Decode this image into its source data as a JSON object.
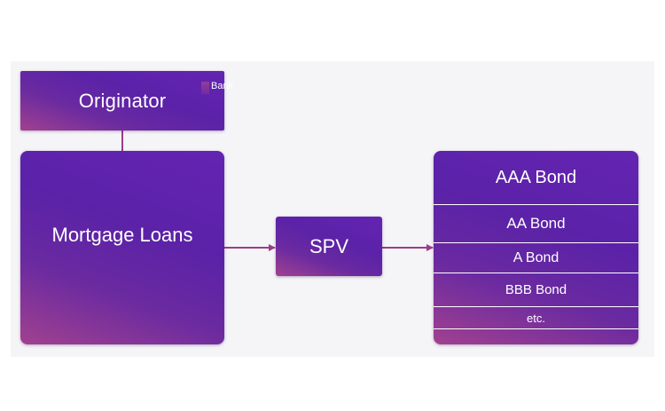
{
  "originator": {
    "label": "Originator",
    "legend_label": "Bank"
  },
  "mortgage": {
    "label": "Mortgage Loans"
  },
  "spv": {
    "label": "SPV"
  },
  "tranches": [
    {
      "label": "AAA Bond"
    },
    {
      "label": "AA Bond"
    },
    {
      "label": "A Bond"
    },
    {
      "label": "BBB Bond"
    },
    {
      "label": "etc."
    },
    {
      "label": ""
    }
  ],
  "colors": {
    "box_primary": "#5b22a8",
    "box_accent": "#a1418f",
    "connector": "#9c3c8c",
    "background": "#f5f5f7"
  }
}
